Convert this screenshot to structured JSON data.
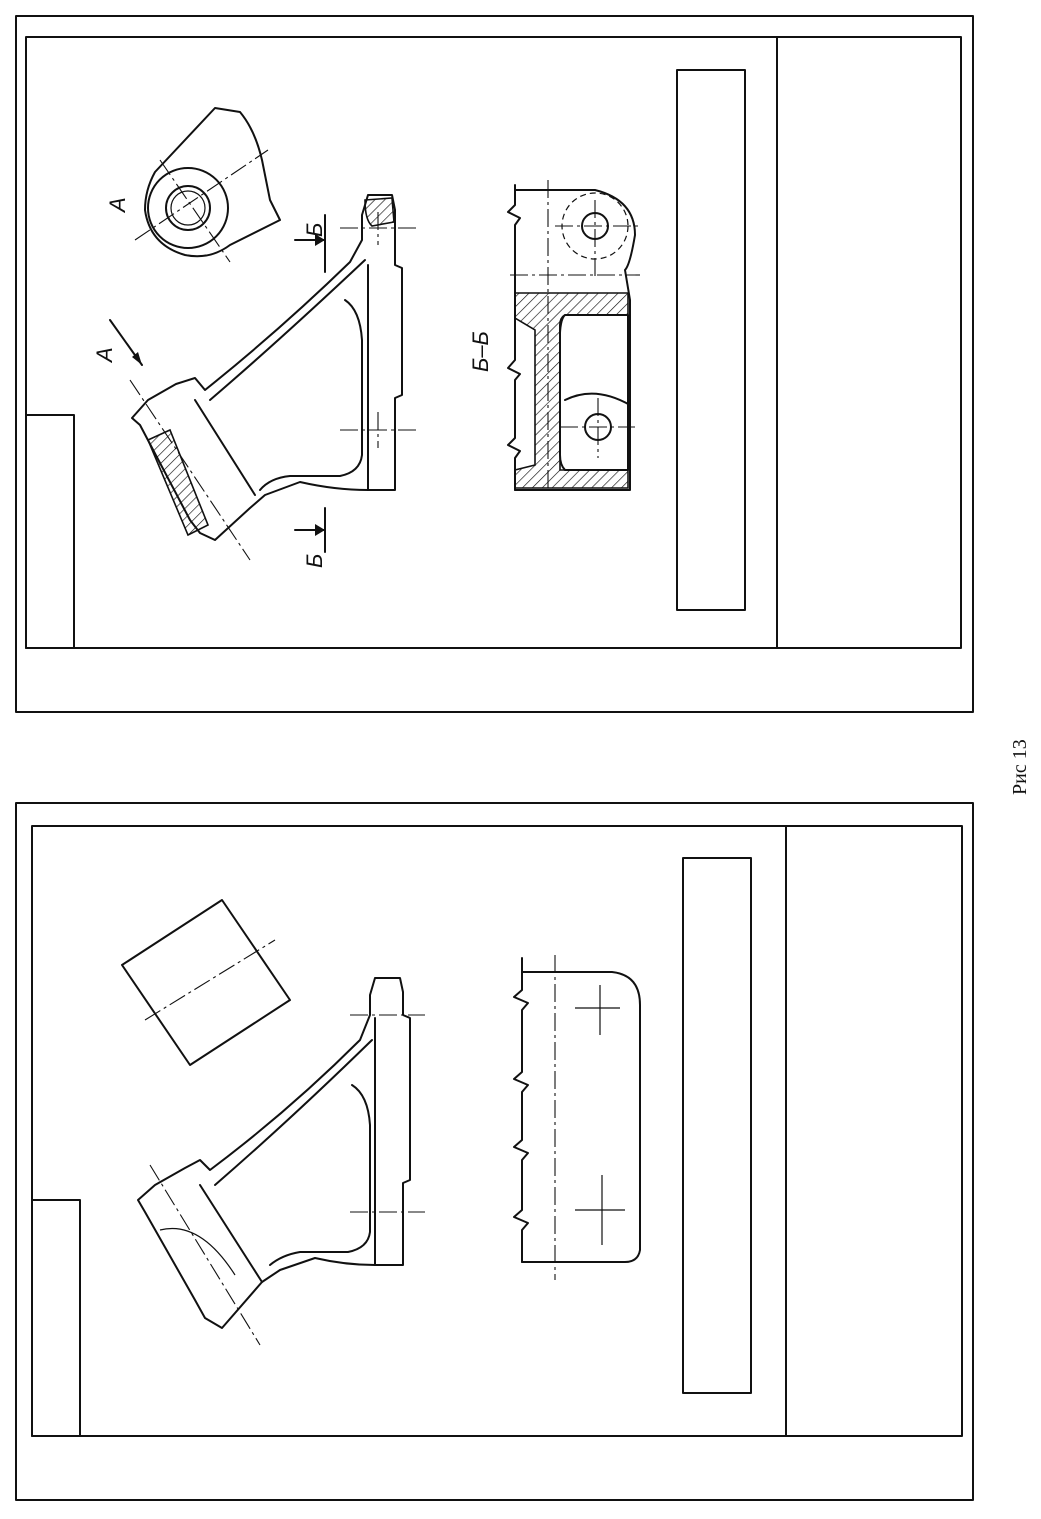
{
  "figure": {
    "caption": "Рис 13"
  },
  "sheet_top": {
    "view_label": "А",
    "arrow_label": "А",
    "section_marker_top": "Б",
    "section_marker_bottom": "Б",
    "section_title": "Б–Б"
  },
  "sheet_bottom": {}
}
